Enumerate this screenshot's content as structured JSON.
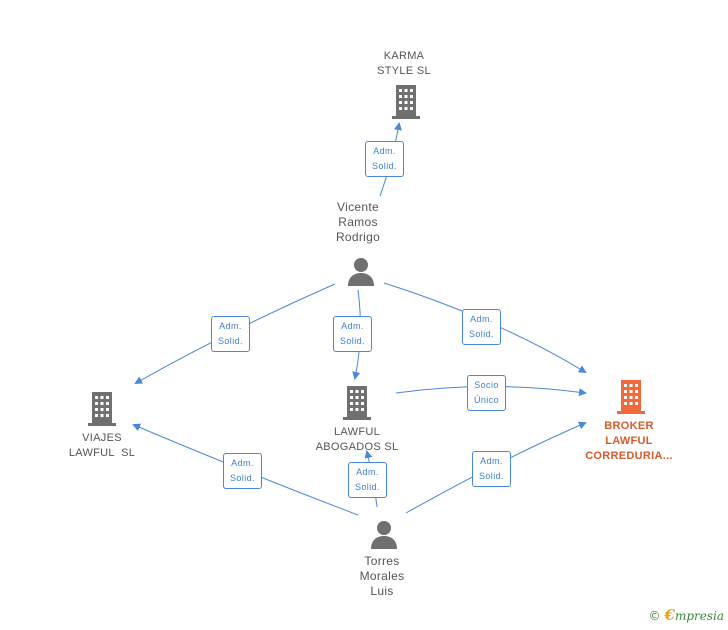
{
  "nodes": {
    "karma": {
      "label_line1": "KARMA",
      "label_line2": "STYLE SL"
    },
    "vicente": {
      "label_line1": "Vicente",
      "label_line2": "Ramos",
      "label_line3": "Rodrigo"
    },
    "viajes": {
      "label_line1": "VIAJES",
      "label_line2": "LAWFUL  SL"
    },
    "lawful_abogados": {
      "label_line1": "LAWFUL",
      "label_line2": "ABOGADOS SL"
    },
    "broker": {
      "label_line1": "BROKER",
      "label_line2": "LAWFUL",
      "label_line3": "CORREDURIA..."
    },
    "torres": {
      "label_line1": "Torres",
      "label_line2": "Morales",
      "label_line3": "Luis"
    }
  },
  "edges": {
    "vicente_karma": {
      "line1": "Adm.",
      "line2": "Solid."
    },
    "vicente_viajes": {
      "line1": "Adm.",
      "line2": "Solid."
    },
    "vicente_lawful": {
      "line1": "Adm.",
      "line2": "Solid."
    },
    "vicente_broker": {
      "line1": "Adm.",
      "line2": "Solid."
    },
    "lawful_broker": {
      "line1": "Socio",
      "line2": "Único"
    },
    "torres_viajes": {
      "line1": "Adm.",
      "line2": "Solid."
    },
    "torres_lawful": {
      "line1": "Adm.",
      "line2": "Solid."
    },
    "torres_broker": {
      "line1": "Adm.",
      "line2": "Solid."
    }
  },
  "colors": {
    "edge": "#4a88d8",
    "company": "#707070",
    "highlight": "#f26a3b",
    "person": "#707070"
  },
  "footer": {
    "copyright_symbol": "©",
    "brand_initial": "€",
    "brand_rest": "mpresia"
  }
}
